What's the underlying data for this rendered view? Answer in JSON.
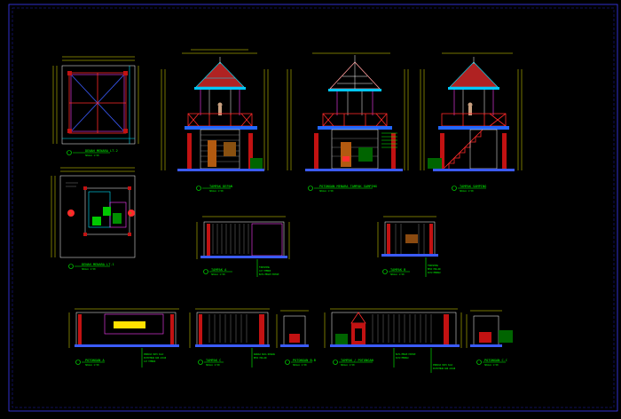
{
  "sheet": {
    "background": "#000000",
    "border_color": "#3b3bff",
    "label_color": "#00ff00",
    "dimension_color": "#e8e800"
  },
  "views": {
    "plan_upper": {
      "title": "DENAH MENARA LT.2",
      "scale": "SKALA 1:50"
    },
    "plan_lower": {
      "title": "DENAH MENARA LT.1",
      "scale": "SKALA 1:50"
    },
    "elev_front": {
      "title": "TAMPAK DEPAN",
      "scale": "SKALA 1:50"
    },
    "elev_section": {
      "title": "POTONGAN MENARA TAMPAK SAMPING",
      "scale": "SKALA 1:50"
    },
    "elev_side": {
      "title": "TAMPAK SAMPING",
      "scale": "SKALA 1:50"
    },
    "detail_a": {
      "title": "TAMPAK A",
      "scale": "SKALA 1:50"
    },
    "detail_b": {
      "title": "TAMPAK B",
      "scale": "SKALA 1:50"
    },
    "detail_c": {
      "title": "POTONGAN A",
      "scale": "SKALA 1:50"
    },
    "detail_d": {
      "title": "TAMPAK C",
      "scale": "SKALA 1:50"
    },
    "detail_e": {
      "title": "POTONGAN B-B",
      "scale": "SKALA 1:50"
    },
    "detail_f": {
      "title": "TAMPAK / POTONGAN",
      "scale": "SKALA 1:50"
    },
    "detail_g": {
      "title": "POTONGAN C-C",
      "scale": "SKALA 1:50"
    }
  },
  "notes": {
    "finish_1": "FINISHING",
    "finish_2": "CAT TEMBOK",
    "finish_3": "BATA MERAH EXPOSE",
    "finish_4": "PONDASI BATU KALI",
    "finish_5": "RANGKA BAJA RINGAN",
    "finish_6": "PLESTERAN DAN ACIAN",
    "finish_7": "BESI HOLLOW",
    "finish_8": "KAYU MERBAU"
  }
}
